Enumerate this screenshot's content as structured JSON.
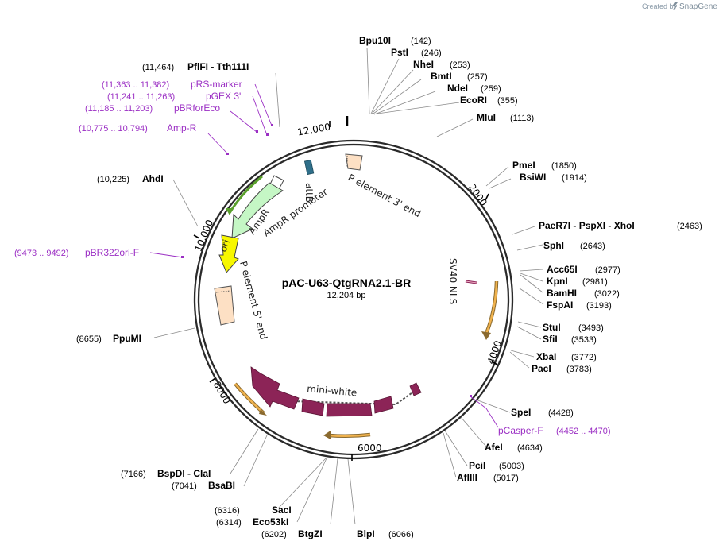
{
  "credit": {
    "prefix": "Created by",
    "brand": "SnapGene"
  },
  "plasmid": {
    "name": "pAC-U63-QtgRNA2.1-BR",
    "size": "12,204 bp"
  },
  "ticks": [
    "2000",
    "4000",
    "6000",
    "8000",
    "10,000",
    "12,000"
  ],
  "sites": [
    {
      "name": "Bpu10I",
      "pos": "(142)"
    },
    {
      "name": "PstI",
      "pos": "(246)"
    },
    {
      "name": "NheI",
      "pos": "(253)"
    },
    {
      "name": "BmtI",
      "pos": "(257)"
    },
    {
      "name": "NdeI",
      "pos": "(259)"
    },
    {
      "name": "EcoRI",
      "pos": "(355)"
    },
    {
      "name": "MluI",
      "pos": "(1113)"
    },
    {
      "name": "PmeI",
      "pos": "(1850)"
    },
    {
      "name": "BsiWI",
      "pos": "(1914)"
    },
    {
      "name": "PaeR7I  - PspXI  - XhoI",
      "pos": "(2463)"
    },
    {
      "name": "SphI",
      "pos": "(2643)"
    },
    {
      "name": "Acc65I",
      "pos": "(2977)"
    },
    {
      "name": "KpnI",
      "pos": "(2981)"
    },
    {
      "name": "BamHI",
      "pos": "(3022)"
    },
    {
      "name": "FspAI",
      "pos": "(3193)"
    },
    {
      "name": "StuI",
      "pos": "(3493)"
    },
    {
      "name": "SfiI",
      "pos": "(3533)"
    },
    {
      "name": "XbaI",
      "pos": "(3772)"
    },
    {
      "name": "PacI",
      "pos": "(3783)"
    },
    {
      "name": "SpeI",
      "pos": "(4428)"
    },
    {
      "name": "AfeI",
      "pos": "(4634)"
    },
    {
      "name": "PciI",
      "pos": "(5003)"
    },
    {
      "name": "AflIII",
      "pos": "(5017)"
    },
    {
      "name": "BlpI",
      "pos": "(6066)"
    },
    {
      "name": "BtgZI",
      "pos": "(6202)"
    },
    {
      "name": "Eco53kI",
      "pos": "(6314)"
    },
    {
      "name": "SacI",
      "pos": "(6316)"
    },
    {
      "name": "BsaBI",
      "pos": "(7041)"
    },
    {
      "name": "BspDI  - ClaI",
      "pos": "(7166)"
    },
    {
      "name": "PpuMI",
      "pos": "(8655)"
    },
    {
      "name": "AhdI",
      "pos": "(10,225)"
    },
    {
      "name": "PflFI  - Tth111I",
      "pos": "(11,464)"
    }
  ],
  "primers": [
    {
      "name": "pCasper-F",
      "pos": "(4452 .. 4470)"
    },
    {
      "name": "pBR322ori-F",
      "pos": "(9473 .. 9492)"
    },
    {
      "name": "Amp-R",
      "pos": "(10,775 .. 10,794)"
    },
    {
      "name": "pBRforEco",
      "pos": "(11,185 .. 11,203)"
    },
    {
      "name": "pGEX 3'",
      "pos": "(11,241 .. 11,263)"
    },
    {
      "name": "pRS-marker",
      "pos": "(11,363 .. 11,382)"
    }
  ],
  "features": {
    "p_element_3": "P element 3' end",
    "sv40_nls": "SV40 NLS",
    "mini_white": "mini-white",
    "p_element_5": "P element 5' end",
    "ori": "ori",
    "ampr": "AmpR",
    "ampr_promoter": "AmpR promoter",
    "attb": "attB"
  },
  "colors": {
    "backbone": "#2a2a2a",
    "mini_white": "#8c2457",
    "orf_arrow": "#f0b24d",
    "ampr": "#c5f7c5",
    "ori": "#f7f700",
    "p_element": "#fde0c4",
    "attb": "#2f6f8a",
    "primer": "#9b2fc4"
  }
}
